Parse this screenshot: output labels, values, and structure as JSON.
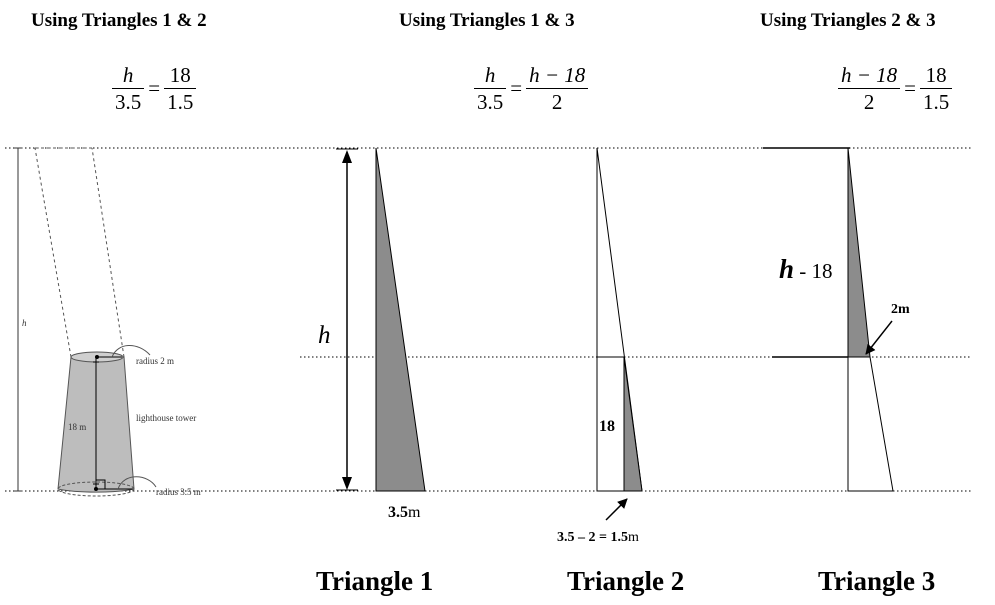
{
  "headers": [
    "Using Triangles 1 & 2",
    "Using Triangles 1 & 3",
    "Using Triangles 2 & 3"
  ],
  "formulas": {
    "f1": {
      "lhs_num": "h",
      "lhs_den": "3.5",
      "rhs_num": "18",
      "rhs_den": "1.5"
    },
    "f2": {
      "lhs_num": "h",
      "lhs_den": "3.5",
      "rhs_num": "h − 18",
      "rhs_den": "2"
    },
    "f3": {
      "lhs_num": "h − 18",
      "lhs_den": "2",
      "rhs_num": "18",
      "rhs_den": "1.5"
    },
    "equals": "="
  },
  "tower": {
    "h_label": "h",
    "height_label": "18 m",
    "top_radius_label": "radius 2 m",
    "bottom_radius_label": "radius 3.5 m",
    "name_label": "lighthouse tower"
  },
  "triangle1": {
    "h_label": "h",
    "base_value": "3.5",
    "base_unit": "m",
    "title": "Triangle 1"
  },
  "triangle2": {
    "side_label": "18",
    "base_expr": "3.5 – 2 = ",
    "base_value": "1.5",
    "base_unit": "m",
    "title": "Triangle 2"
  },
  "triangle3": {
    "h_bold": "h",
    "h_rest": " - 18",
    "base_label": "2m",
    "title": "Triangle 3"
  },
  "colors": {
    "shade": "#8c8c8c",
    "tower_fill": "#bdbdbd",
    "line": "#000000"
  }
}
